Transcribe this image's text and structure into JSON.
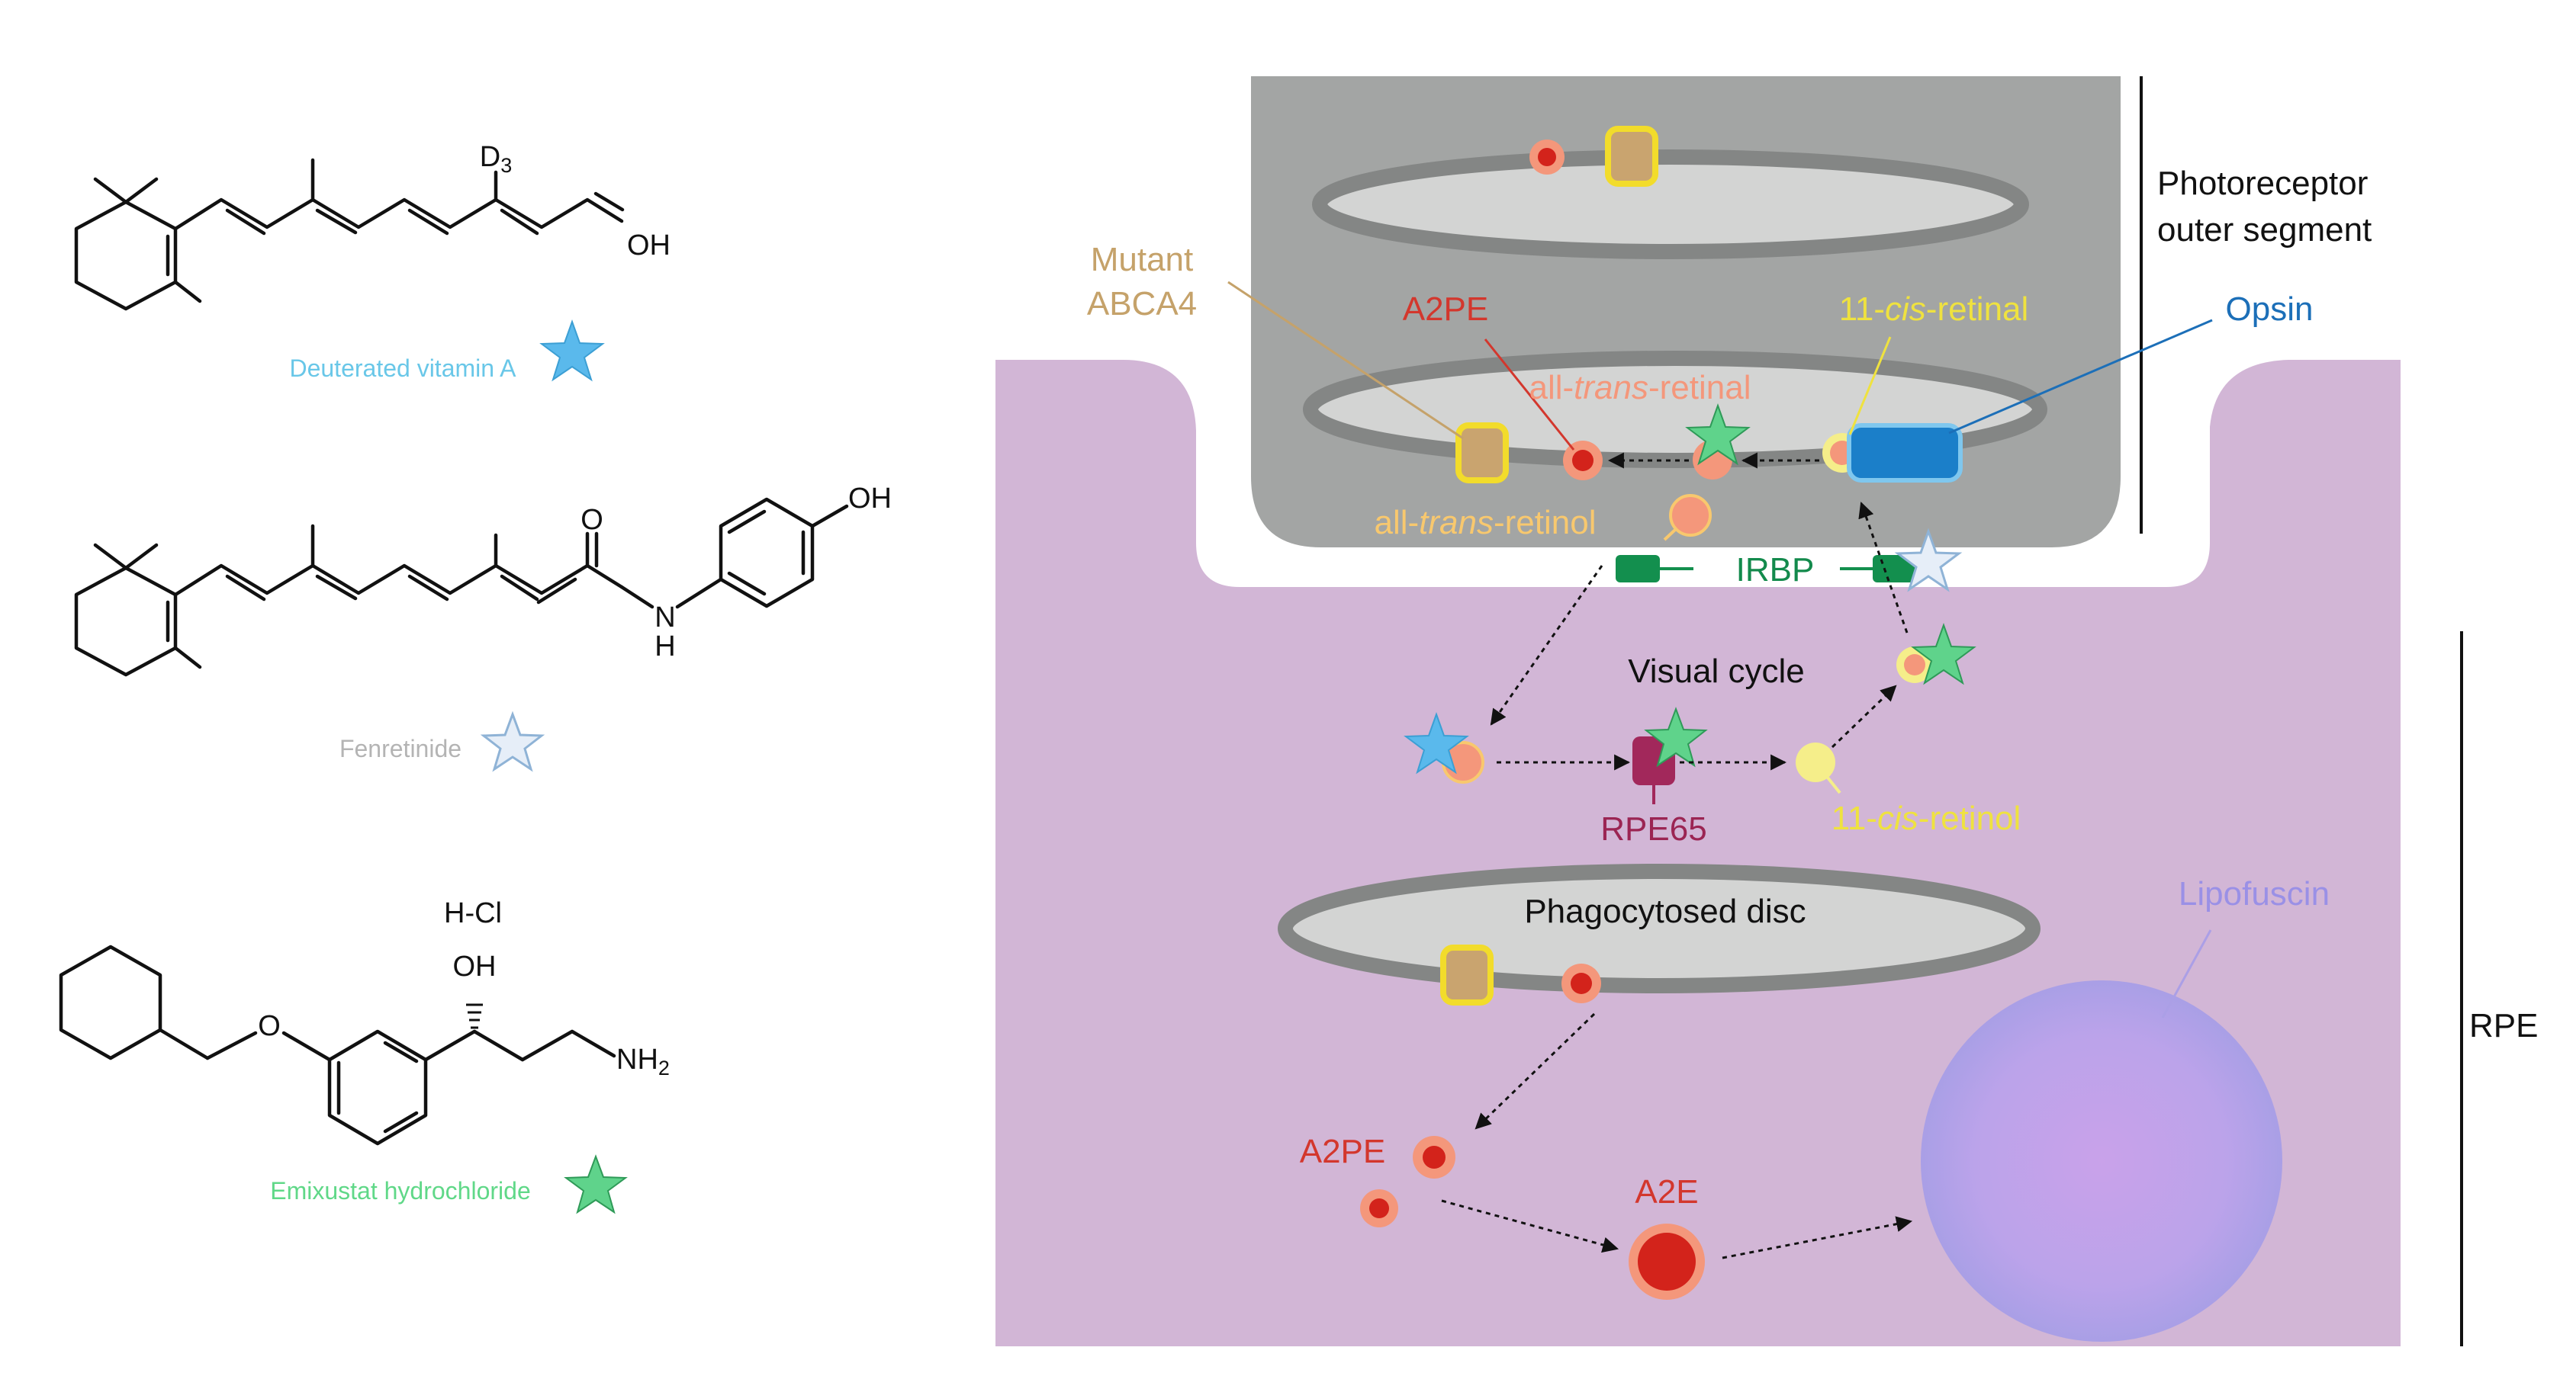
{
  "drugs": {
    "deuterated_vitamin_a": {
      "name": "Deuterated vitamin A",
      "substituent": "D",
      "substituent_sub": "3",
      "end_group": "OH",
      "color": "#69c7e8",
      "star_fill": "#5ab9ec"
    },
    "fenretinide": {
      "name": "Fenretinide",
      "carbonyl": "O",
      "amide_n": "N",
      "amide_h": "H",
      "phenol": "OH",
      "color": "#b4b4b4",
      "star_fill": "#e6eef8"
    },
    "emixustat": {
      "name": "Emixustat hydrochloride",
      "salt": "H-Cl",
      "hydroxyl": "OH",
      "ether_o": "O",
      "amine": "NH",
      "amine_sub": "2",
      "color": "#60d888",
      "star_fill": "#5fd38b"
    }
  },
  "diagram": {
    "photoreceptor_label_line1": "Photoreceptor",
    "photoreceptor_label_line2": "outer segment",
    "rpe_label": "RPE",
    "mutant_abca4_line1": "Mutant",
    "mutant_abca4_line2": "ABCA4",
    "a2pe_top": "A2PE",
    "eleven_cis_retinal_prefix": "11-",
    "eleven_cis_retinal_italic": "cis",
    "eleven_cis_retinal_suffix": "-retinal",
    "opsin": "Opsin",
    "all_trans_retinal_prefix": "all-",
    "all_trans_retinal_italic": "trans",
    "all_trans_retinal_suffix": "-retinal",
    "all_trans_retinol_prefix": "all-",
    "all_trans_retinol_italic": "trans",
    "all_trans_retinol_suffix": "-retinol",
    "irbp": "IRBP",
    "visual_cycle": "Visual cycle",
    "rpe65": "RPE65",
    "eleven_cis_retinol_prefix": "11-",
    "eleven_cis_retinol_italic": "cis",
    "eleven_cis_retinol_suffix": "-retinol",
    "phagocytosed_disc": "Phagocytosed disc",
    "lipofuscin": "Lipofuscin",
    "a2pe_bottom": "A2PE",
    "a2e": "A2E"
  },
  "colors": {
    "rpe_fill": "#d2b6d6",
    "outer_segment": "#a3a5a4",
    "disc_fill": "#d3d4d3",
    "disc_ring": "#848685",
    "abca4_text": "#c5a26a",
    "abca4_fill": "#c9a46f",
    "abca4_border": "#f2dc2b",
    "a2pe_text": "#d3372d",
    "red_core": "#d3231b",
    "salmon": "#f4977b",
    "yellow_text": "#efe23f",
    "yellow_particle": "#f5ee8a",
    "opsin_text": "#1c6fb8",
    "opsin_fill": "#1b7fc9",
    "opsin_border": "#7fc7ee",
    "irbp_text": "#138a4c",
    "irbp_fill": "#138f4e",
    "rpe65_text": "#9b2553",
    "rpe65_fill": "#a2285b",
    "lipofuscin_text": "#9a90e6",
    "lipofuscin_fill": "#c4a7ea"
  }
}
